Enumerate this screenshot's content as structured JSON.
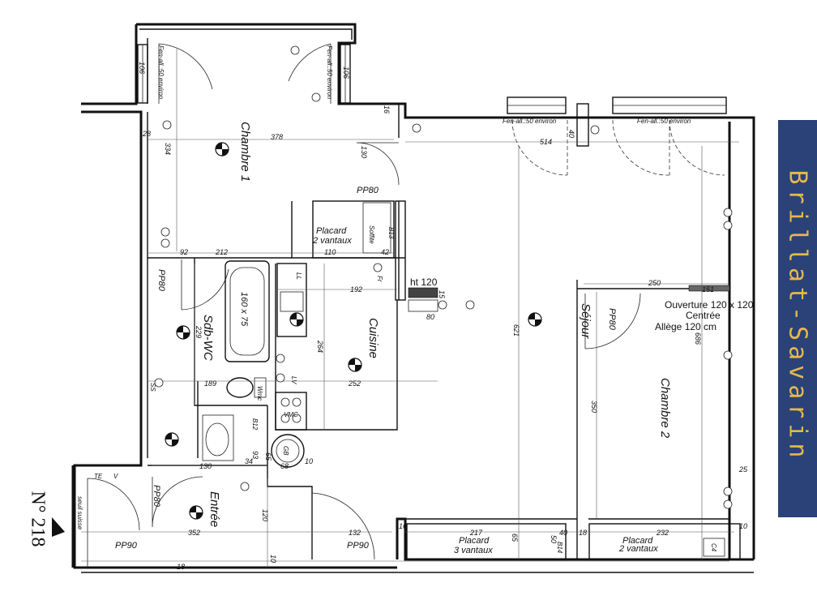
{
  "brand": {
    "text": "Brillat-Savarin",
    "panel_color": "#2a4277",
    "text_color": "#e7b84a"
  },
  "apartment": {
    "number": "N° 218"
  },
  "rooms": {
    "chambre1": "Chambre 1",
    "sejour": "Séjour",
    "chambre2": "Chambre 2",
    "cuisine": "Cuisine",
    "sdb_wc": "Sdb-WC",
    "entree": "Entrée"
  },
  "labels": {
    "placard_2v_top_1": "Placard",
    "placard_2v_top_2": "2 vantaux",
    "placard_3v_1": "Placard",
    "placard_3v_2": "3 vantaux",
    "placard_2v_bottom_1": "Placard",
    "placard_2v_bottom_2": "2 vantaux",
    "ouverture_1": "Ouverture 120 x 120",
    "ouverture_2": "Centrée",
    "ouverture_3": "Allège 120 cm",
    "ht120": "ht 120",
    "bath": "160 x 75",
    "pp80_a": "PP80",
    "pp80_b": "PP80",
    "pp80_c": "PP80",
    "pp80_d": "PP80",
    "pp90_a": "PP90",
    "pp90_b": "PP90",
    "b12": "B12",
    "b13": "B13",
    "b14": "B14",
    "gb": "GB",
    "te": "TE",
    "v": "V",
    "c4": "C4",
    "ll": "LL",
    "lv": "LV",
    "fr": "Fr",
    "wmc": "Wmc",
    "vmc": "VMC",
    "ss": "SS",
    "seuil": "seuil suisse",
    "gaine": "Soffite",
    "fen_top_left": "Fen-all.:50 environ",
    "fen_top_right": "Fen-all.:50 environ",
    "fen_sejour": "Fen-all.:50 environ",
    "fen_ch2": "Fen-all.:50 environ"
  },
  "dims": {
    "d378": "378",
    "d334": "334",
    "d28": "28",
    "d130": "130",
    "d16": "16",
    "d514": "514",
    "d40": "40",
    "d92": "92",
    "d212": "212",
    "d110": "110",
    "d42": "42",
    "d192": "192",
    "d15": "15",
    "d80": "80",
    "d229": "229",
    "d264": "264",
    "d621": "621",
    "d250": "250",
    "d151": "151",
    "d686": "686",
    "d189": "189",
    "d252": "252",
    "d350": "350",
    "d93": "93",
    "d34": "34",
    "d65a": "65",
    "d68": "68",
    "d10a": "10",
    "d130b": "130",
    "d25": "25",
    "d120": "120",
    "d352": "352",
    "d132": "132",
    "d217": "217",
    "d65b": "65",
    "d50": "50",
    "d40b": "40",
    "d18a": "18",
    "d232": "232",
    "d10b": "10",
    "d16b": "16",
    "d18b": "18",
    "d10c": "10",
    "d106a": "106",
    "d106b": "106"
  }
}
